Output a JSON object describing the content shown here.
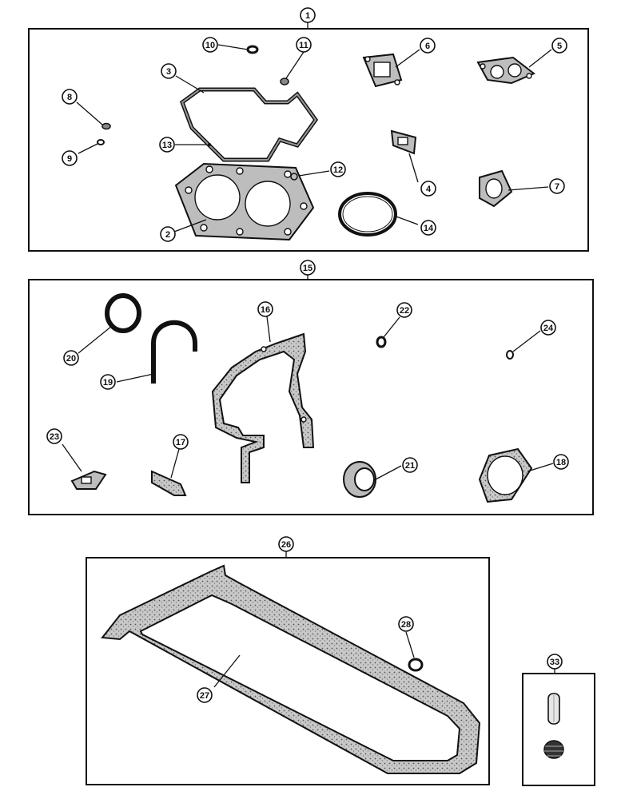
{
  "diagram": {
    "groups": [
      {
        "id": "1",
        "label": "1",
        "parts": [
          "2",
          "3",
          "4",
          "5",
          "6",
          "7",
          "8",
          "9",
          "10",
          "11",
          "12",
          "13",
          "14"
        ]
      },
      {
        "id": "15",
        "label": "15",
        "parts": [
          "16",
          "17",
          "18",
          "19",
          "20",
          "21",
          "22",
          "23",
          "24"
        ]
      },
      {
        "id": "26",
        "label": "26",
        "parts": [
          "27",
          "28"
        ]
      },
      {
        "id": "33",
        "label": "33",
        "parts": []
      }
    ],
    "callouts": [
      "1",
      "2",
      "3",
      "4",
      "5",
      "6",
      "7",
      "8",
      "9",
      "10",
      "11",
      "12",
      "13",
      "14",
      "15",
      "16",
      "17",
      "18",
      "19",
      "20",
      "21",
      "22",
      "23",
      "24",
      "26",
      "27",
      "28",
      "33"
    ]
  }
}
